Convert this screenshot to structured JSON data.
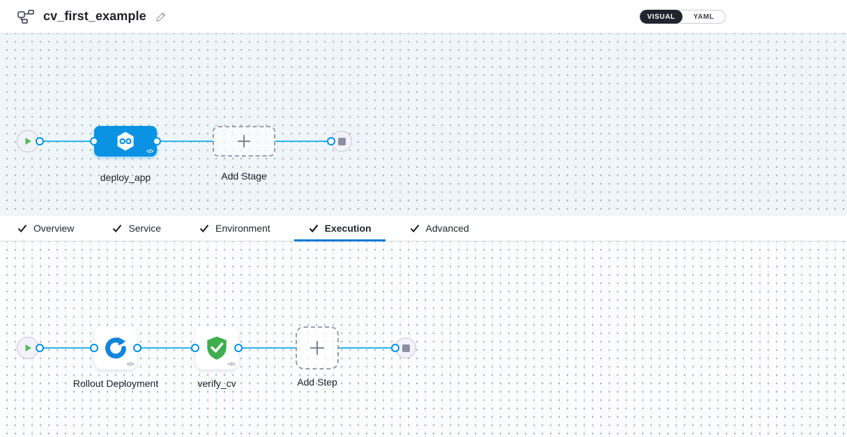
{
  "header": {
    "title": "cv_first_example",
    "toggle": {
      "visual": "VISUAL",
      "yaml": "YAML",
      "selected": "VISUAL"
    }
  },
  "icons": {
    "code": "</>"
  },
  "stage_graph": {
    "stage_label": "deploy_app",
    "add_stage_label": "Add Stage"
  },
  "tabs": {
    "active": "Execution",
    "items": [
      {
        "label": "Overview",
        "checked": true
      },
      {
        "label": "Service",
        "checked": true
      },
      {
        "label": "Environment",
        "checked": true
      },
      {
        "label": "Execution",
        "checked": true
      },
      {
        "label": "Advanced",
        "checked": true
      }
    ]
  },
  "execution_graph": {
    "steps": [
      {
        "label": "Rollout Deployment",
        "icon": "rollout-deployment-icon"
      },
      {
        "label": "verify_cv",
        "icon": "shield-check-icon"
      }
    ],
    "add_step_label": "Add Step"
  },
  "colors": {
    "primary_blue": "#0092e4",
    "edge_blue": "#2bb5eb",
    "tab_underline": "#0278d5",
    "success_green": "#42b450",
    "toggle_dark": "#23242f",
    "canvas_top_bg": "#eef6fa"
  }
}
